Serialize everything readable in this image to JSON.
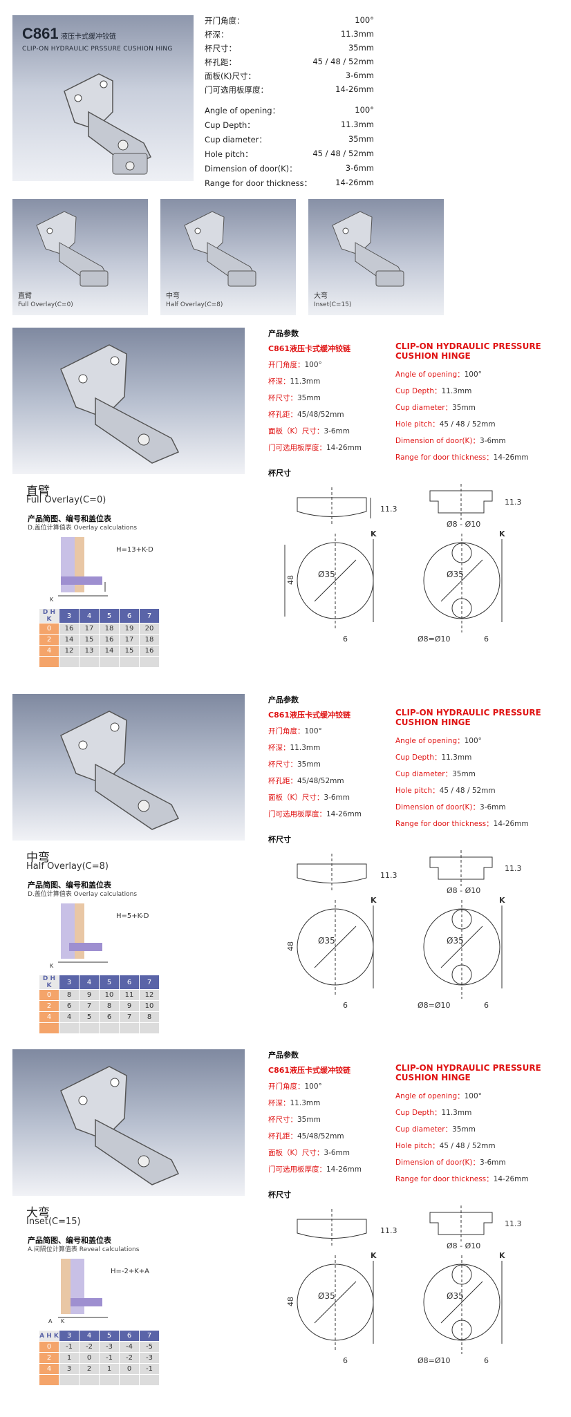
{
  "header": {
    "model": "C861",
    "title_cn": "液压卡式缓冲铰链",
    "title_en": "CLIP-ON HYDRAULIC PRSSURE CUSHION HING"
  },
  "specs_cn": [
    {
      "k": "开门角度：",
      "v": "100°"
    },
    {
      "k": "杯深：",
      "v": "11.3mm"
    },
    {
      "k": "杯尺寸：",
      "v": "35mm"
    },
    {
      "k": "杯孔距：",
      "v": "45 / 48 / 52mm"
    },
    {
      "k": "面板(K)尺寸：",
      "v": "3-6mm"
    },
    {
      "k": "门可选用板厚度：",
      "v": "14-26mm"
    }
  ],
  "specs_en": [
    {
      "k": "Angle of opening：",
      "v": "100°"
    },
    {
      "k": "Cup Depth：",
      "v": "11.3mm"
    },
    {
      "k": "Cup diameter：",
      "v": "35mm"
    },
    {
      "k": "Hole pitch：",
      "v": "45 / 48 / 52mm"
    },
    {
      "k": "Dimension of door(K)：",
      "v": "3-6mm"
    },
    {
      "k": "Range for door thickness：",
      "v": "14-26mm"
    }
  ],
  "thumbs": [
    {
      "cn": "直臂",
      "en": "Full Overlay(C=0)"
    },
    {
      "cn": "中弯",
      "en": "Half Overlay(C=8)"
    },
    {
      "cn": "大弯",
      "en": "Inset(C=15)"
    }
  ],
  "sections": [
    {
      "label_cn": "直臂",
      "label_en": "Full Overlay(C=0)",
      "diagram_title": "产品简图、编号和盖位表",
      "diagram_sub": "D.盖位计算值表  Overlay calculations",
      "formula": "H=13+K-D",
      "table_corner": "D H K",
      "table_cols": [
        "3",
        "4",
        "5",
        "6",
        "7"
      ],
      "table_rows": [
        {
          "k": "0",
          "vals": [
            "16",
            "17",
            "18",
            "19",
            "20"
          ]
        },
        {
          "k": "2",
          "vals": [
            "14",
            "15",
            "16",
            "17",
            "18"
          ]
        },
        {
          "k": "4",
          "vals": [
            "12",
            "13",
            "14",
            "15",
            "16"
          ]
        },
        {
          "k": "",
          "vals": [
            "",
            "",
            "",
            "",
            ""
          ]
        }
      ]
    },
    {
      "label_cn": "中弯",
      "label_en": "Half Overlay(C=8)",
      "diagram_title": "产品简图、编号和盖位表",
      "diagram_sub": "D.盖位计算值表  Overlay calculations",
      "formula": "H=5+K-D",
      "table_corner": "D H K",
      "table_cols": [
        "3",
        "4",
        "5",
        "6",
        "7"
      ],
      "table_rows": [
        {
          "k": "0",
          "vals": [
            "8",
            "9",
            "10",
            "11",
            "12"
          ]
        },
        {
          "k": "2",
          "vals": [
            "6",
            "7",
            "8",
            "9",
            "10"
          ]
        },
        {
          "k": "4",
          "vals": [
            "4",
            "5",
            "6",
            "7",
            "8"
          ]
        },
        {
          "k": "",
          "vals": [
            "",
            "",
            "",
            "",
            ""
          ]
        }
      ]
    },
    {
      "label_cn": "大弯",
      "label_en": "Inset(C=15)",
      "diagram_title": "产品简图、编号和盖位表",
      "diagram_sub": "A.间隔位计算值表  Reveal calculations",
      "formula": "H=-2+K+A",
      "table_corner": "A H K",
      "table_cols": [
        "3",
        "4",
        "5",
        "6",
        "7"
      ],
      "table_rows": [
        {
          "k": "0",
          "vals": [
            "-1",
            "-2",
            "-3",
            "-4",
            "-5"
          ]
        },
        {
          "k": "2",
          "vals": [
            "1",
            "0",
            "-1",
            "-2",
            "-3"
          ]
        },
        {
          "k": "4",
          "vals": [
            "3",
            "2",
            "1",
            "0",
            "-1"
          ]
        },
        {
          "k": "",
          "vals": [
            "",
            "",
            "",
            "",
            ""
          ]
        }
      ]
    }
  ],
  "params": {
    "heading": "产品参数",
    "cn_title": "C861液压卡式缓冲铰链",
    "en_title": "CLIP-ON HYDRAULIC PRESSURE CUSHION HINGE",
    "cn": [
      {
        "k": "开门角度：",
        "v": "100°"
      },
      {
        "k": "杯深：",
        "v": "11.3mm"
      },
      {
        "k": "杯尺寸：",
        "v": "35mm"
      },
      {
        "k": "杯孔距：",
        "v": "45/48/52mm"
      },
      {
        "k": "面板（K）尺寸：",
        "v": "3-6mm"
      },
      {
        "k": "门可选用板厚度：",
        "v": "14-26mm"
      }
    ],
    "en": [
      {
        "k": "Angle of opening：",
        "v": "100°"
      },
      {
        "k": "Cup Depth：",
        "v": "11.3mm"
      },
      {
        "k": "Cup diameter：",
        "v": "35mm"
      },
      {
        "k": "Hole pitch：",
        "v": "45 / 48 / 52mm"
      },
      {
        "k": "Dimension of door(K)：",
        "v": "3-6mm"
      },
      {
        "k": "Range for door thickness：",
        "v": "14-26mm"
      }
    ],
    "cup_heading": "杯尺寸"
  },
  "cup_dims": {
    "depth": "11.3",
    "diameter": "Ø35",
    "pitch": "48",
    "edge": "6",
    "k": "K",
    "hole_range": "Ø8 - Ø10",
    "hole_range2": "Ø8=Ø10"
  },
  "colors": {
    "accent_red": "#e01414",
    "table_head": "#5a64a8",
    "table_key": "#f4a46a"
  }
}
